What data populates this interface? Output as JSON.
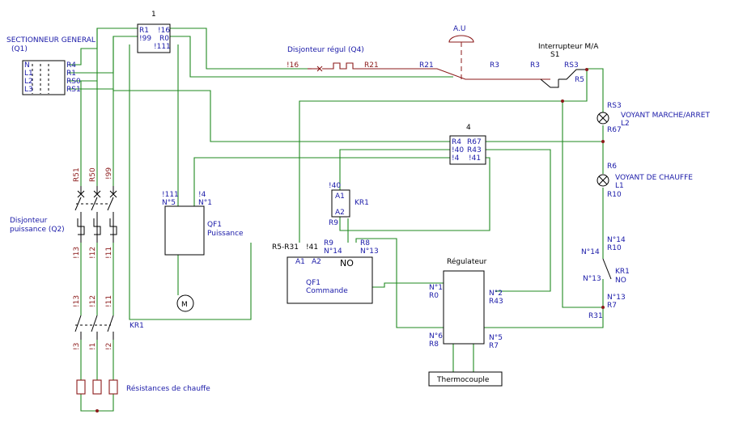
{
  "title": {
    "sectionneur": "SECTIONNEUR GENERAL",
    "sectionneur_ref": "(Q1)",
    "disj_puissance_1": "Disjonteur",
    "disj_puissance_2": "puissance (Q2)",
    "disj_regul": "Disjonteur régul (Q4)",
    "au": "A.U",
    "interrupteur": "Interrupteur M/A",
    "interrupteur_ref": "S1",
    "voyant_ma": "VOYANT MARCHE/ARRET",
    "voyant_ma_ref": "L2",
    "voyant_ch": "VOYANT DE CHAUFFE",
    "voyant_ch_ref": "L1",
    "kr1": "KR1",
    "kr1_no": "NO",
    "kr1_bottom": "KR1",
    "qf1_puissance": "QF1",
    "qf1_puissance_2": "Puissance",
    "qf1_commande": "QF1",
    "qf1_commande_2": "Commande",
    "regulateur": "Régulateur",
    "thermocouple": "Thermocouple",
    "resistances": "Résistances de chauffe",
    "motor": "M",
    "term1_num": "1",
    "term4_num": "4"
  },
  "terminal1": {
    "l1": "R1",
    "l2": "!99",
    "r1": "!16",
    "r2": "R0",
    "r3": "!111"
  },
  "terminal4": {
    "l1": "R4",
    "l2": "!40",
    "l3": "!4",
    "r1": "R67",
    "r2": "R43",
    "r3": "!41"
  },
  "sectionneur_labels": {
    "in": [
      "N",
      "L1",
      "L2",
      "L3"
    ],
    "out": [
      "R4",
      "R1",
      "RS0",
      "RS1"
    ]
  },
  "wire_labels": {
    "r51": "R51",
    "r50": "R50",
    "w99": "!99",
    "w13a": "!13",
    "w12a": "!12",
    "w11a": "!11",
    "w13b": "!13",
    "w12b": "!12",
    "w11b": "!11",
    "w3": "!3",
    "w1": "!1",
    "w2": "!2",
    "w16": "!16",
    "r21a": "R21",
    "r21b": "R21",
    "r3a": "R3",
    "r3b": "R3",
    "rs3a": "RS3",
    "r5": "R5",
    "rs3b": "RS3",
    "r67": "R67",
    "r6": "R6",
    "r10": "R10",
    "n14a": "N°14",
    "r10b": "R10",
    "n14b": "N°14",
    "n13a": "N°13",
    "n13b": "N°13",
    "r7": "R7",
    "r31": "R31",
    "w111": "!111",
    "n5": "N°5",
    "w4": "!4",
    "n1": "N°1",
    "w40": "!40",
    "a1": "A1",
    "a2": "A2",
    "r9a": "R9",
    "r5r31": "R5-R31",
    "w41": "!41",
    "r9b": "R9",
    "n14c": "N°14",
    "r8a": "R8",
    "n13c": "N°13",
    "a1b": "A1",
    "a2b": "A2",
    "no": "NO",
    "reg_n1": "N°1",
    "reg_r0": "R0",
    "reg_n2": "N°2",
    "reg_r43": "R43",
    "reg_n6": "N°6",
    "reg_r8": "R8",
    "reg_n5": "N°5",
    "reg_r7": "R7"
  }
}
